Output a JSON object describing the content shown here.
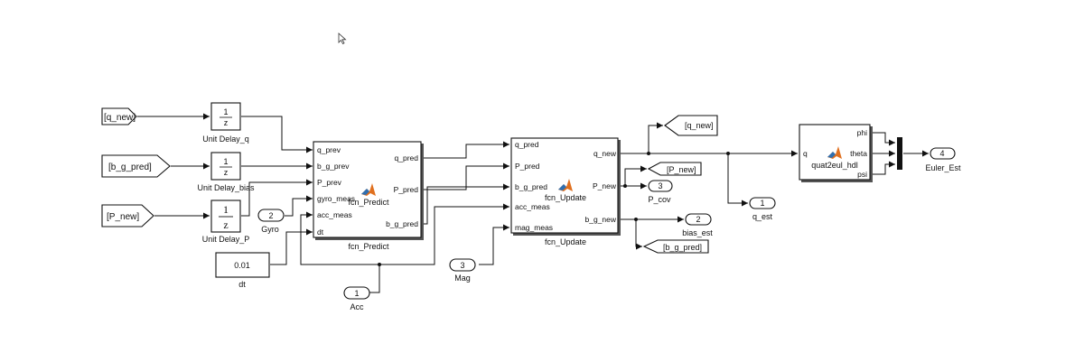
{
  "cursor": {
    "name": "mouse-pointer-icon"
  },
  "goto_tags": {
    "q_new_in": "[q_new]",
    "b_g_pred_in": "[b_g_pred]",
    "P_new_in": "[P_new]",
    "q_new_out": "[q_new]",
    "P_new_out": "[P_new]",
    "b_g_pred_out": "[b_g_pred]"
  },
  "delays": {
    "q": {
      "num": "1",
      "den": "z",
      "label": "Unit Delay_q"
    },
    "bias": {
      "num": "1",
      "den": "z",
      "label": "Unit Delay_bias"
    },
    "P": {
      "num": "1",
      "den": "z",
      "label": "Unit Delay_P"
    }
  },
  "inports": {
    "gyro": {
      "num": "2",
      "label": "Gyro"
    },
    "acc": {
      "num": "1",
      "label": "Acc"
    },
    "mag": {
      "num": "3",
      "label": "Mag"
    }
  },
  "constant": {
    "value": "0.01",
    "label": "dt"
  },
  "predict": {
    "title": "fcn_Predict",
    "caption": "fcn_Predict",
    "inputs": [
      "q_prev",
      "b_g_prev",
      "P_prev",
      "gyro_meas",
      "acc_meas",
      "dt"
    ],
    "outputs": [
      "q_pred",
      "P_pred",
      "b_g_pred"
    ]
  },
  "update": {
    "title": "fcn_Update",
    "caption": "fcn_Update",
    "inputs": [
      "q_pred",
      "P_pred",
      "b_g_pred",
      "acc_meas",
      "mag_meas"
    ],
    "outputs": [
      "q_new",
      "P_new",
      "b_g_new"
    ]
  },
  "quat": {
    "title": "quat2eul_hdl",
    "inputs": [
      "q"
    ],
    "outputs": [
      "phi",
      "theta",
      "psi"
    ]
  },
  "outports": {
    "P_cov": {
      "num": "3",
      "label": "P_cov"
    },
    "q_est": {
      "num": "1",
      "label": "q_est"
    },
    "bias_est": {
      "num": "2",
      "label": "bias_est"
    },
    "euler": {
      "num": "4",
      "label": "Euler_Est"
    }
  },
  "colors": {
    "line": "#111111",
    "matlab_orange": "#e0701f",
    "matlab_blue": "#2f6fb0"
  }
}
